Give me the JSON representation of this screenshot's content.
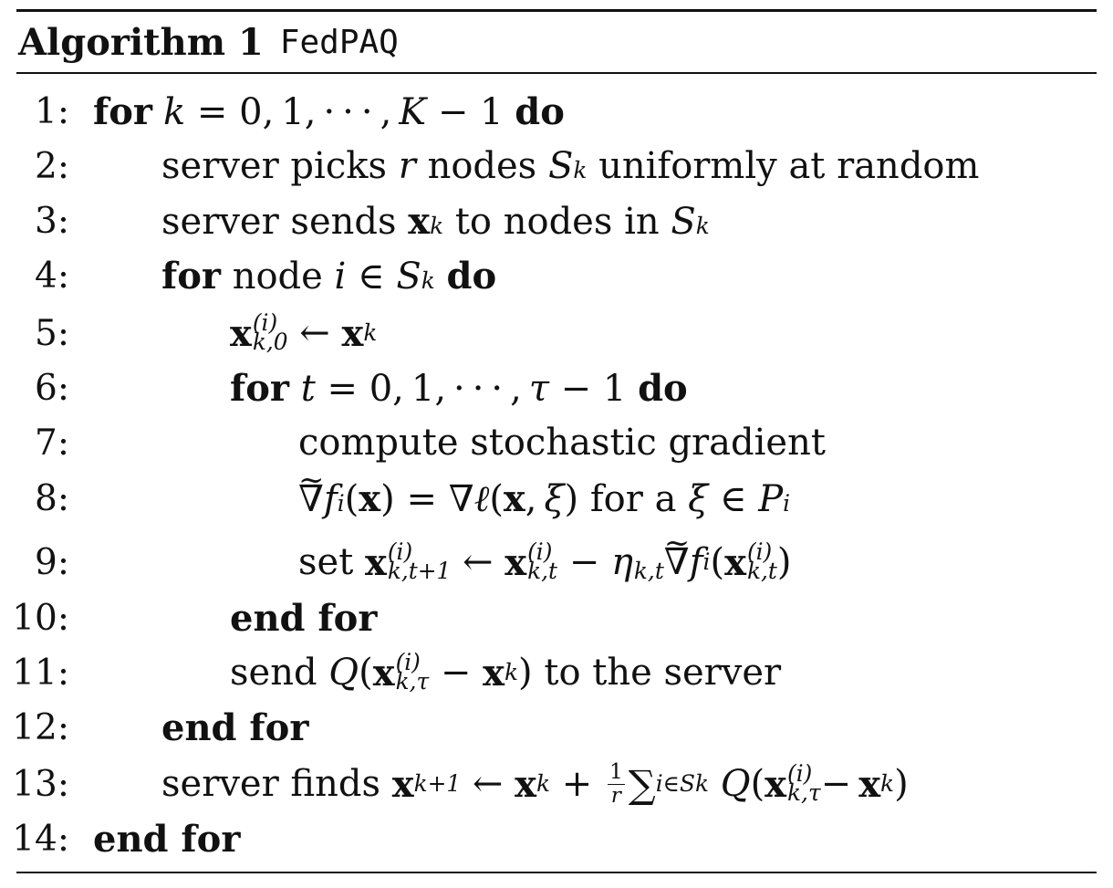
{
  "algorithm": {
    "label": "Algorithm 1",
    "name": "FedPAQ"
  },
  "lines": [
    {
      "num": "1:"
    },
    {
      "num": "2:",
      "t1": "server picks",
      "t2": "nodes",
      "t3": "uniformly at random"
    },
    {
      "num": "3:",
      "t1": "server sends",
      "t2": "to nodes in"
    },
    {
      "num": "4:",
      "kw1": "for",
      "t1": "node",
      "kw2": "do"
    },
    {
      "num": "5:"
    },
    {
      "num": "6:",
      "kw1": "for",
      "kw2": "do"
    },
    {
      "num": "7:",
      "t1": "compute stochastic gradient"
    },
    {
      "num": "8:",
      "t1": "for a"
    },
    {
      "num": "9:",
      "t1": "set"
    },
    {
      "num": "10:",
      "kw1": "end for"
    },
    {
      "num": "11:",
      "t1": "send",
      "t2": "to the server"
    },
    {
      "num": "12:",
      "kw1": "end for"
    },
    {
      "num": "13:",
      "t1": "server finds"
    },
    {
      "num": "14:",
      "kw1": "end for"
    }
  ],
  "keywords": {
    "for": "for",
    "do": "do"
  }
}
